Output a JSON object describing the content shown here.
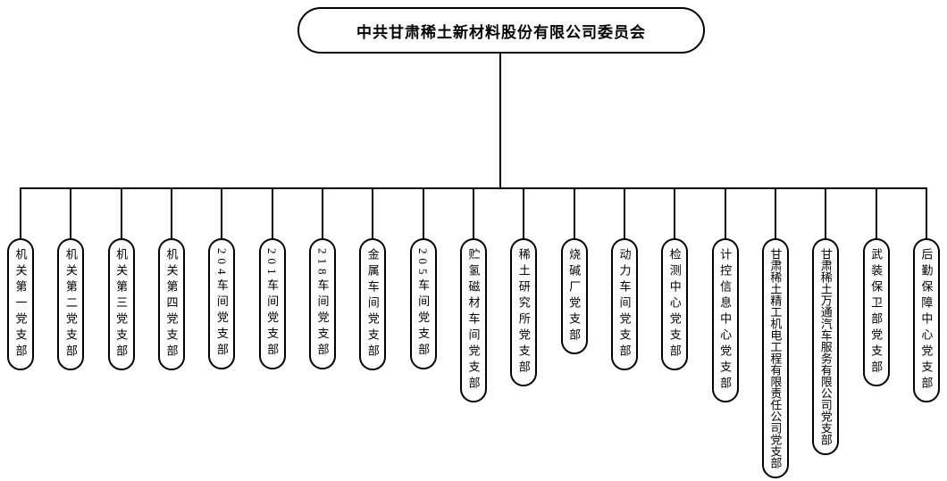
{
  "chart": {
    "type": "org-chart",
    "root": "中共甘肃稀土新材料股份有限公司委员会",
    "branches": [
      "机关第一党支部",
      "机关第二党支部",
      "机关第三党支部",
      "机关第四党支部",
      "204车间党支部",
      "201车间党支部",
      "218车间党支部",
      "金属车间党支部",
      "205车间党支部",
      "贮氢磁材车间党支部",
      "稀土研究所党支部",
      "烧碱厂党支部",
      "动力车间党支部",
      "检测中心党支部",
      "计控信息中心党支部",
      "甘肃稀土精工机电工程有限责任公司党支部",
      "甘肃稀土万通汽车服务有限公司党支部",
      "武装保卫部党支部",
      "后勤保障中心党支部"
    ],
    "colors": {
      "line": "#000000",
      "background": "#ffffff"
    }
  }
}
